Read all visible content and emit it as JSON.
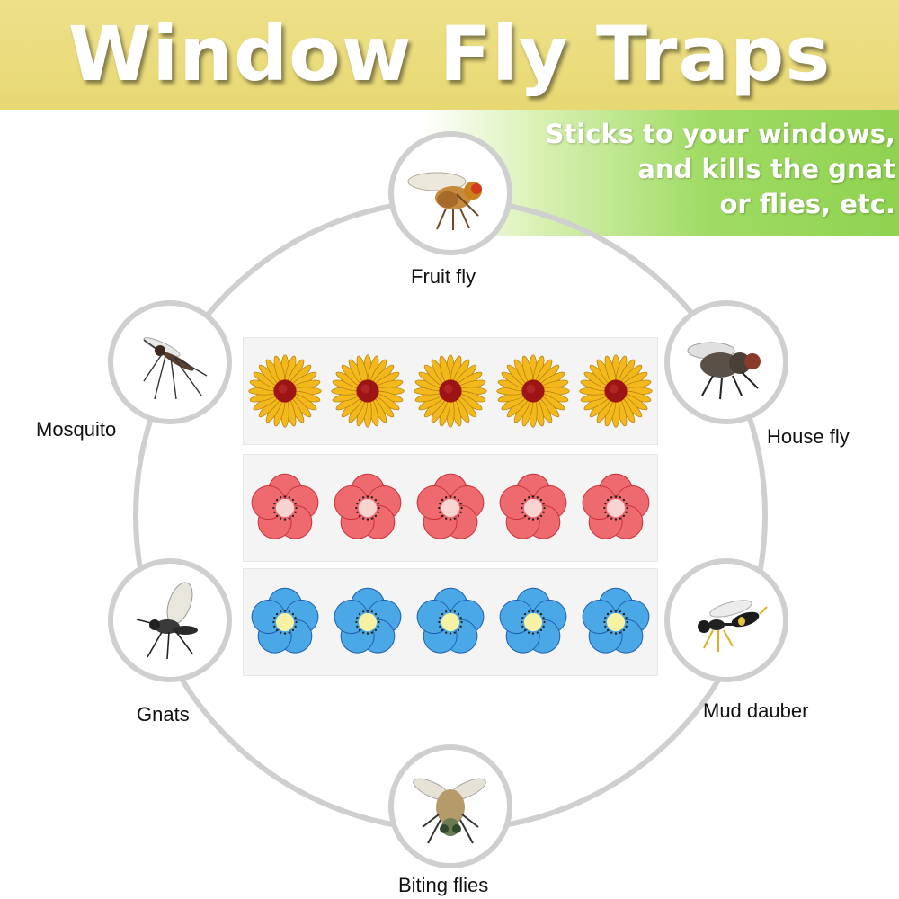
{
  "banner": {
    "title": "Window Fly Traps"
  },
  "tagline": {
    "lines": [
      "Sticks to your windows,",
      "and kills the gnat",
      "or flies, etc."
    ]
  },
  "pests": [
    {
      "label": "Fruit fly",
      "icon": "fruit-fly-icon"
    },
    {
      "label": "House fly",
      "icon": "house-fly-icon"
    },
    {
      "label": "Mud dauber",
      "icon": "mud-dauber-icon"
    },
    {
      "label": "Biting flies",
      "icon": "biting-fly-icon"
    },
    {
      "label": "Gnats",
      "icon": "gnat-icon"
    },
    {
      "label": "Mosquito",
      "icon": "mosquito-icon"
    }
  ],
  "traps": [
    {
      "icon": "sunflower-icon",
      "count": 5,
      "petal_color": "#f2b81c",
      "center_color": "#9c1414"
    },
    {
      "icon": "red-flower-icon",
      "count": 5,
      "petal_color": "#ee6a6f",
      "center_color": "#f7d4d0"
    },
    {
      "icon": "blue-flower-icon",
      "count": 5,
      "petal_color": "#4aa8e6",
      "center_color": "#f6f1a3"
    }
  ],
  "colors": {
    "banner": "#e8d873",
    "tagline_band": "#8fd250",
    "ring": "#cfcfcf"
  }
}
